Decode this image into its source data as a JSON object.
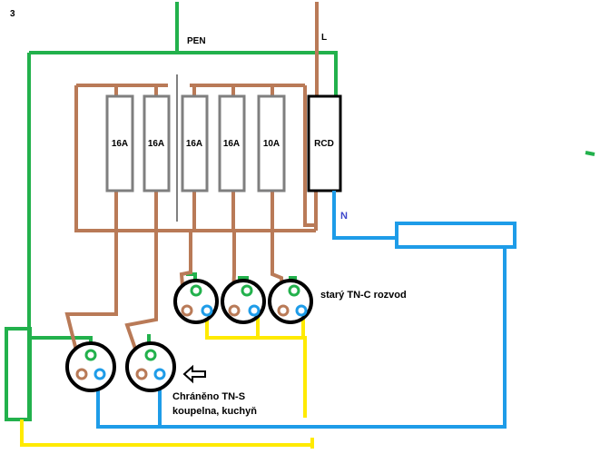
{
  "page_marker": "3",
  "labels": {
    "pen": "PEN",
    "l": "L",
    "n": "N",
    "rcd": "RCD",
    "old_tnc": "starý TN-C rozvod",
    "protected_line1": "Chráněno TN-S",
    "protected_line2": "koupelna, kuchyň"
  },
  "breakers": [
    "16A",
    "16A",
    "16A",
    "16A",
    "10A"
  ],
  "colors": {
    "pen_pe": "#22b14c",
    "phase": "#b97a57",
    "neutral": "#1e9ce8",
    "yellow": "#ffea00",
    "outline": "#000000",
    "breaker_border": "#7f7f7f"
  },
  "icons": {
    "pointer": "arrow-left-icon"
  }
}
